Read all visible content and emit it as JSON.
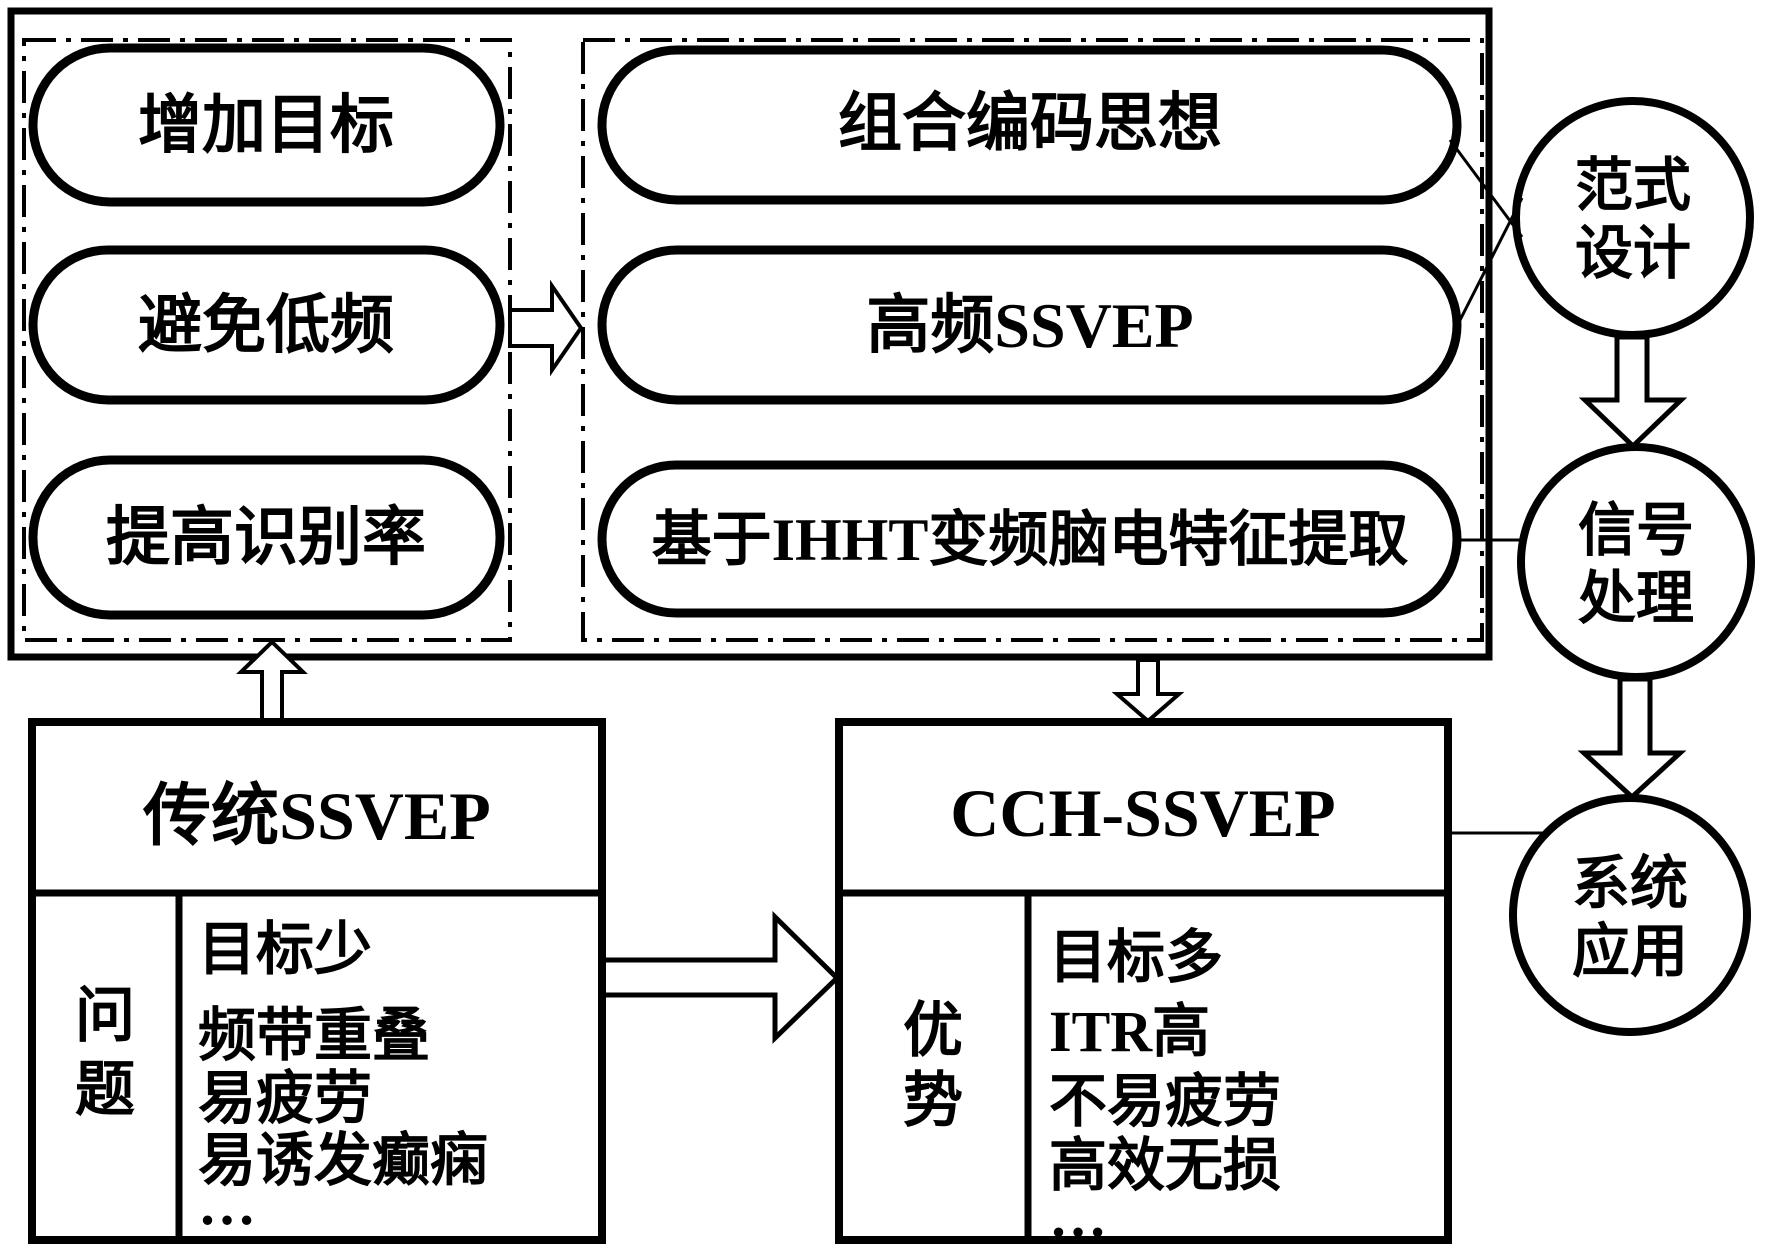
{
  "colors": {
    "ink": "#000000",
    "background": "#ffffff"
  },
  "top": {
    "left_items": [
      "增加目标",
      "避免低频",
      "提高识别率"
    ],
    "right_items": [
      "组合编码思想",
      "高频SSVEP",
      "基于IHHT变频脑电特征提取"
    ]
  },
  "circles": [
    {
      "line1": "范式",
      "line2": "设计"
    },
    {
      "line1": "信号",
      "line2": "处理"
    },
    {
      "line1": "系统",
      "line2": "应用"
    }
  ],
  "bottom_left": {
    "title": "传统SSVEP",
    "side_chars": [
      "问",
      "题"
    ],
    "items": [
      "目标少",
      "频带重叠",
      "易疲劳",
      "易诱发癫痫",
      "…"
    ]
  },
  "bottom_right": {
    "title": "CCH-SSVEP",
    "side_chars": [
      "优",
      "势"
    ],
    "items": [
      "目标多",
      "ITR高",
      "不易疲劳",
      "高效无损",
      "…"
    ]
  }
}
